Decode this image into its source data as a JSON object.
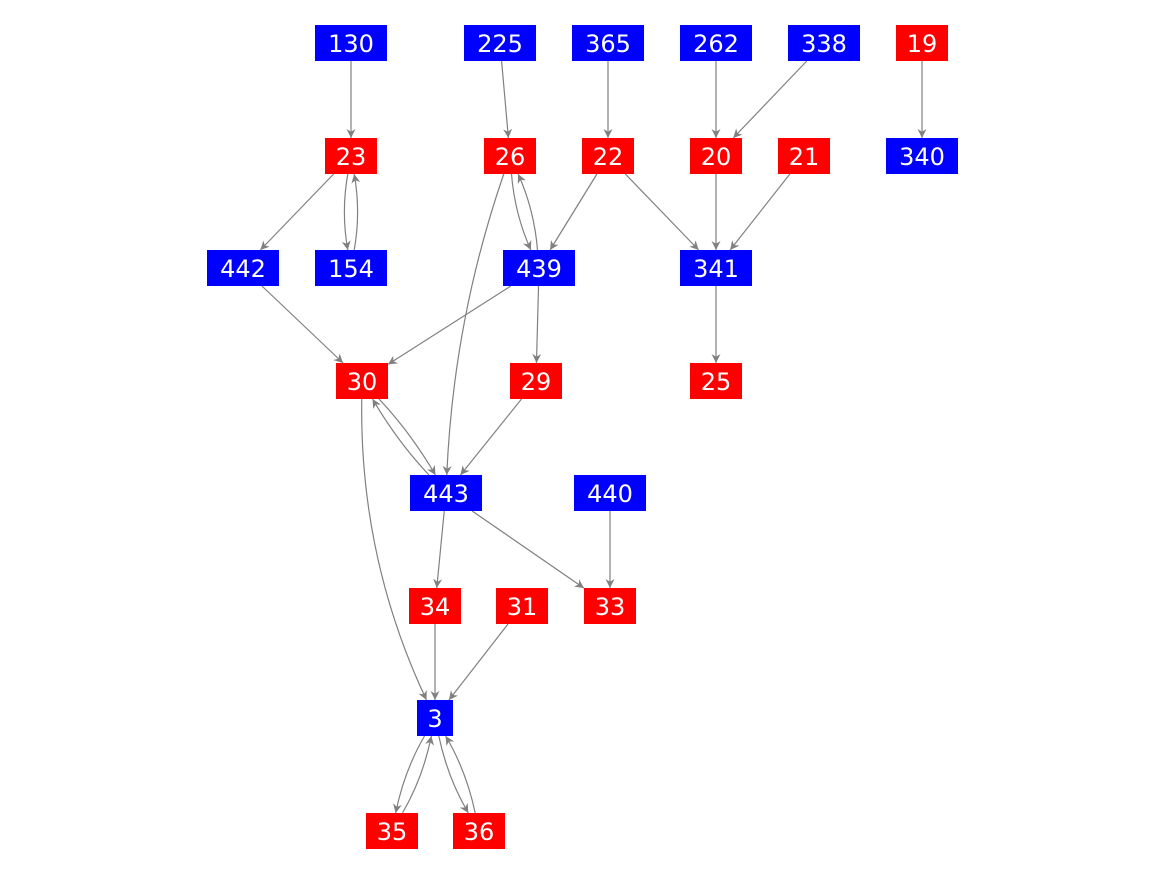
{
  "colors": {
    "blue": "#0000ff",
    "red": "#ff0000",
    "edge": "#808080"
  },
  "nodes": [
    {
      "id": "130",
      "color": "blue"
    },
    {
      "id": "225",
      "color": "blue"
    },
    {
      "id": "365",
      "color": "blue"
    },
    {
      "id": "262",
      "color": "blue"
    },
    {
      "id": "338",
      "color": "blue"
    },
    {
      "id": "19",
      "color": "red"
    },
    {
      "id": "23",
      "color": "red"
    },
    {
      "id": "26",
      "color": "red"
    },
    {
      "id": "22",
      "color": "red"
    },
    {
      "id": "20",
      "color": "red"
    },
    {
      "id": "21",
      "color": "red"
    },
    {
      "id": "340",
      "color": "blue"
    },
    {
      "id": "442",
      "color": "blue"
    },
    {
      "id": "154",
      "color": "blue"
    },
    {
      "id": "439",
      "color": "blue"
    },
    {
      "id": "341",
      "color": "blue"
    },
    {
      "id": "30",
      "color": "red"
    },
    {
      "id": "29",
      "color": "red"
    },
    {
      "id": "25",
      "color": "red"
    },
    {
      "id": "443",
      "color": "blue"
    },
    {
      "id": "440",
      "color": "blue"
    },
    {
      "id": "34",
      "color": "red"
    },
    {
      "id": "31",
      "color": "red"
    },
    {
      "id": "33",
      "color": "red"
    },
    {
      "id": "3",
      "color": "blue"
    },
    {
      "id": "35",
      "color": "red"
    },
    {
      "id": "36",
      "color": "red"
    }
  ],
  "edges": [
    [
      "130",
      "23"
    ],
    [
      "225",
      "26"
    ],
    [
      "365",
      "22"
    ],
    [
      "262",
      "20"
    ],
    [
      "338",
      "20"
    ],
    [
      "19",
      "340"
    ],
    [
      "23",
      "442"
    ],
    [
      "23",
      "154"
    ],
    [
      "154",
      "23"
    ],
    [
      "26",
      "439"
    ],
    [
      "439",
      "26"
    ],
    [
      "26",
      "443"
    ],
    [
      "22",
      "439"
    ],
    [
      "22",
      "341"
    ],
    [
      "20",
      "341"
    ],
    [
      "21",
      "341"
    ],
    [
      "442",
      "30"
    ],
    [
      "439",
      "30"
    ],
    [
      "439",
      "29"
    ],
    [
      "341",
      "25"
    ],
    [
      "30",
      "443"
    ],
    [
      "443",
      "30"
    ],
    [
      "30",
      "3"
    ],
    [
      "29",
      "443"
    ],
    [
      "443",
      "34"
    ],
    [
      "443",
      "33"
    ],
    [
      "440",
      "33"
    ],
    [
      "34",
      "3"
    ],
    [
      "31",
      "3"
    ],
    [
      "3",
      "35"
    ],
    [
      "35",
      "3"
    ],
    [
      "3",
      "36"
    ],
    [
      "36",
      "3"
    ]
  ]
}
